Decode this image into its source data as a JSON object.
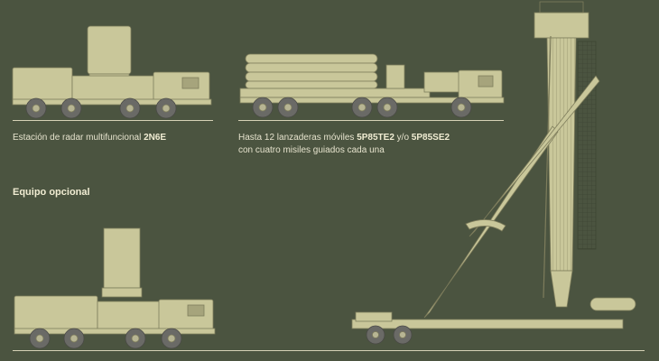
{
  "captions": {
    "radar": {
      "text": "Estación de radar multifuncional ",
      "model": "2N6E"
    },
    "launchers": {
      "line1_prefix": "Hasta 12 lanzaderas móviles ",
      "model_a": "5P85TE2",
      "line1_mid": " y/o ",
      "model_b": "5P85SE2",
      "line2": "con cuatro misiles guiados cada una"
    }
  },
  "section_heading": "Equipo opcional",
  "colors": {
    "background": "#4b5440",
    "vehicle_fill": "#c9c79a",
    "vehicle_stroke": "#7e7d5c",
    "wheel": "#6a6a66",
    "text": "#e6e3cd",
    "ground_line": "#d6d2b6"
  }
}
